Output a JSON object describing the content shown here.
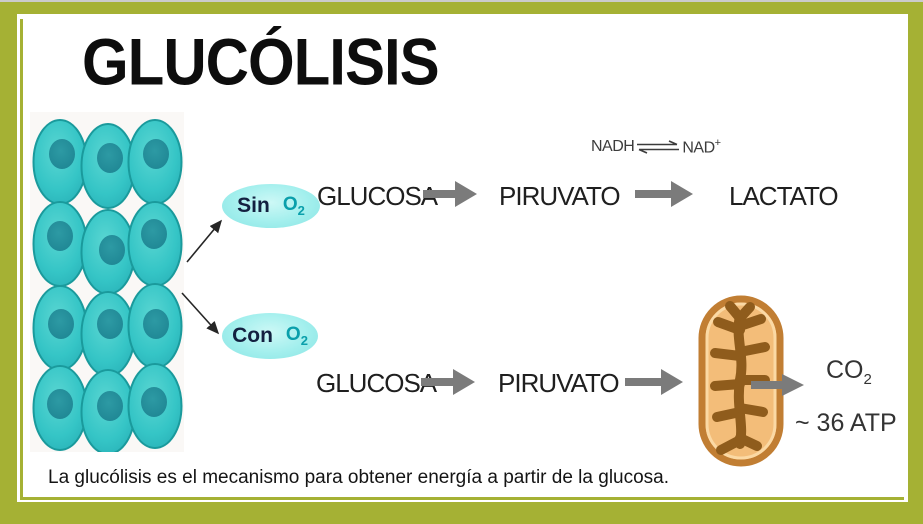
{
  "title": "GLUCÓLISIS",
  "caption": "La glucólisis es el mecanismo para obtener energía a partir de la glucosa.",
  "anaerobic": {
    "condition_word": "Sin",
    "oxygen_symbol": "O",
    "oxygen_subscript": "2",
    "glucose": "GLUCOSA",
    "pyruvate": "PIRUVATO",
    "lactate": "LACTATO",
    "nadh": "NADH",
    "nad": "NAD",
    "nad_superscript": "+"
  },
  "aerobic": {
    "condition_word": "Con",
    "oxygen_symbol": "O",
    "oxygen_subscript": "2",
    "glucose": "GLUCOSA",
    "pyruvate": "PIRUVATO",
    "co2_base": "CO",
    "co2_subscript": "2",
    "atp_yield": "~ 36 ATP"
  },
  "colors": {
    "frame_olive": "#a5b134",
    "cell_fill": "#35c5c6",
    "cell_nucleus": "#23929e",
    "condition_badge_fill": "#a2efed",
    "thick_arrow_gray": "#7b7b7b",
    "mitochondrion_fill": "#f3bd79",
    "mitochondrion_border": "#c17e33",
    "mitochondrion_cristae": "#8f5c1c"
  }
}
